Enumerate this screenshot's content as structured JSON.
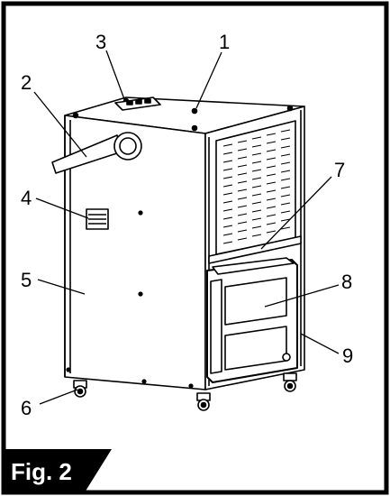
{
  "figure": {
    "caption": "Fig. 2",
    "callouts": [
      {
        "number": "1",
        "part": "top-panel"
      },
      {
        "number": "2",
        "part": "handle"
      },
      {
        "number": "3",
        "part": "control-panel"
      },
      {
        "number": "4",
        "part": "side-vent"
      },
      {
        "number": "5",
        "part": "side-panel"
      },
      {
        "number": "6",
        "part": "caster-wheel"
      },
      {
        "number": "7",
        "part": "air-intake-grille"
      },
      {
        "number": "8",
        "part": "water-tank"
      },
      {
        "number": "9",
        "part": "drain-outlet"
      }
    ]
  }
}
